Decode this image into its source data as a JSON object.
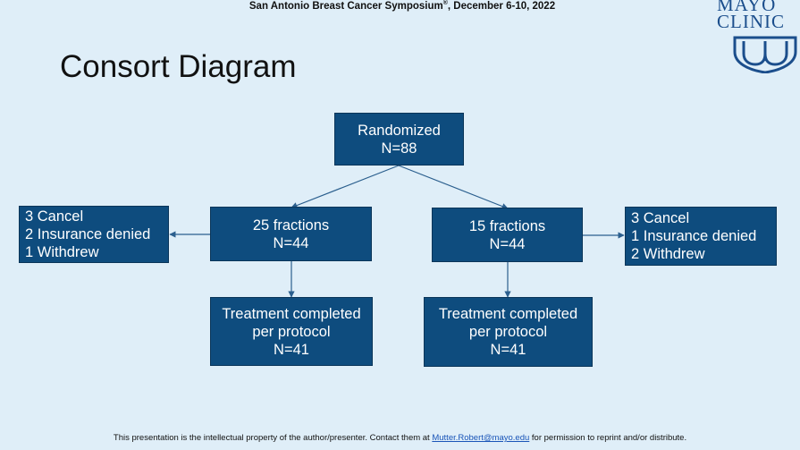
{
  "header": {
    "text": "San Antonio Breast Cancer Symposium",
    "sup": "®",
    "dates": ", December 6-10, 2022"
  },
  "logo": {
    "line1": "MAYO",
    "line2": "CLINIC"
  },
  "title": "Consort Diagram",
  "diagram": {
    "randomized": [
      "Randomized",
      "N=88"
    ],
    "arm_25": [
      "25 fractions",
      "N=44"
    ],
    "arm_15": [
      "15 fractions",
      "N=44"
    ],
    "exclusions_25": [
      "3 Cancel",
      "2 Insurance denied",
      "1 Withdrew"
    ],
    "exclusions_15": [
      "3 Cancel",
      "1 Insurance denied",
      "2 Withdrew"
    ],
    "completed_25": [
      "Treatment completed",
      "per protocol",
      "N=41"
    ],
    "completed_15": [
      "Treatment completed",
      "per protocol",
      "N=41"
    ]
  },
  "colors": {
    "box_fill": "#0e4c7e",
    "background": "#dfeef8",
    "arrow": "#2b5f8e"
  },
  "footer": {
    "before": "This presentation is the intellectual property of the author/presenter. Contact them at ",
    "email": "Mutter.Robert@mayo.edu",
    "after": " for permission to reprint and/or distribute."
  }
}
